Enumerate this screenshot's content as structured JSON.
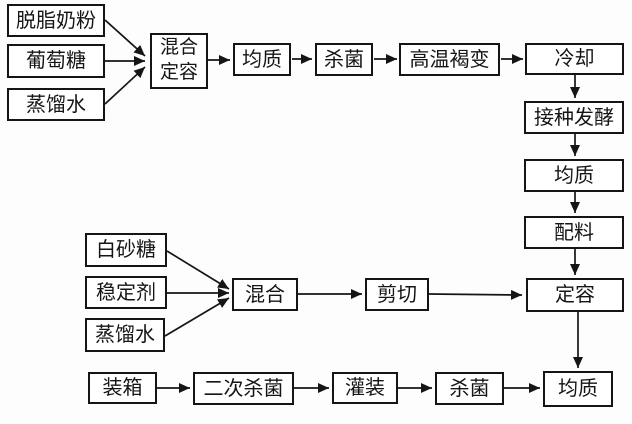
{
  "diagram": {
    "type": "flowchart",
    "nodes": [
      {
        "id": "skim-milk-powder",
        "label": "脱脂奶粉"
      },
      {
        "id": "glucose",
        "label": "葡萄糖"
      },
      {
        "id": "distilled-water-1",
        "label": "蒸馏水"
      },
      {
        "id": "mix-constant-volume",
        "label": "混合定容"
      },
      {
        "id": "homogenize-1",
        "label": "均质"
      },
      {
        "id": "sterilize-1",
        "label": "杀菌"
      },
      {
        "id": "high-temp-browning",
        "label": "高温褐变"
      },
      {
        "id": "cooling",
        "label": "冷却"
      },
      {
        "id": "inoculate-ferment",
        "label": "接种发酵"
      },
      {
        "id": "homogenize-2",
        "label": "均质"
      },
      {
        "id": "ingredients",
        "label": "配料"
      },
      {
        "id": "constant-volume",
        "label": "定容"
      },
      {
        "id": "white-sugar",
        "label": "白砂糖"
      },
      {
        "id": "stabilizer",
        "label": "稳定剂"
      },
      {
        "id": "distilled-water-2",
        "label": "蒸馏水"
      },
      {
        "id": "mix",
        "label": "混合"
      },
      {
        "id": "shear",
        "label": "剪切"
      },
      {
        "id": "packing",
        "label": "装箱"
      },
      {
        "id": "secondary-sterilize",
        "label": "二次杀菌"
      },
      {
        "id": "filling",
        "label": "灌装"
      },
      {
        "id": "sterilize-2",
        "label": "杀菌"
      },
      {
        "id": "homogenize-3",
        "label": "均质"
      }
    ],
    "edges": [
      {
        "from": "skim-milk-powder",
        "to": "mix-constant-volume"
      },
      {
        "from": "glucose",
        "to": "mix-constant-volume"
      },
      {
        "from": "distilled-water-1",
        "to": "mix-constant-volume"
      },
      {
        "from": "mix-constant-volume",
        "to": "homogenize-1"
      },
      {
        "from": "homogenize-1",
        "to": "sterilize-1"
      },
      {
        "from": "sterilize-1",
        "to": "high-temp-browning"
      },
      {
        "from": "high-temp-browning",
        "to": "cooling"
      },
      {
        "from": "cooling",
        "to": "inoculate-ferment"
      },
      {
        "from": "inoculate-ferment",
        "to": "homogenize-2"
      },
      {
        "from": "homogenize-2",
        "to": "ingredients"
      },
      {
        "from": "ingredients",
        "to": "constant-volume"
      },
      {
        "from": "white-sugar",
        "to": "mix"
      },
      {
        "from": "stabilizer",
        "to": "mix"
      },
      {
        "from": "distilled-water-2",
        "to": "mix"
      },
      {
        "from": "mix",
        "to": "shear"
      },
      {
        "from": "shear",
        "to": "constant-volume"
      },
      {
        "from": "constant-volume",
        "to": "homogenize-3"
      },
      {
        "from": "packing",
        "to": "secondary-sterilize"
      },
      {
        "from": "secondary-sterilize",
        "to": "filling"
      },
      {
        "from": "filling",
        "to": "sterilize-2"
      },
      {
        "from": "sterilize-2",
        "to": "homogenize-3"
      }
    ],
    "colors": {
      "line": "#151515",
      "box_border": "#151515",
      "box_fill": "#ffffff",
      "background": "#fdfdfd"
    }
  }
}
